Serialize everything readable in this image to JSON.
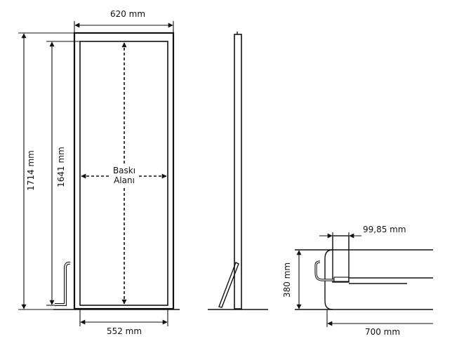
{
  "labels": {
    "front_width_top": "620 mm",
    "front_height_outer": "1714 mm",
    "front_height_inner": "1641 mm",
    "print_area_line1": "Baskı",
    "print_area_line2": "Alanı",
    "front_width_bottom": "552 mm",
    "detail_thickness": "99,85 mm",
    "detail_height": "380 mm",
    "detail_depth": "700 mm"
  },
  "colors": {
    "line": "#111111",
    "background": "#ffffff"
  }
}
